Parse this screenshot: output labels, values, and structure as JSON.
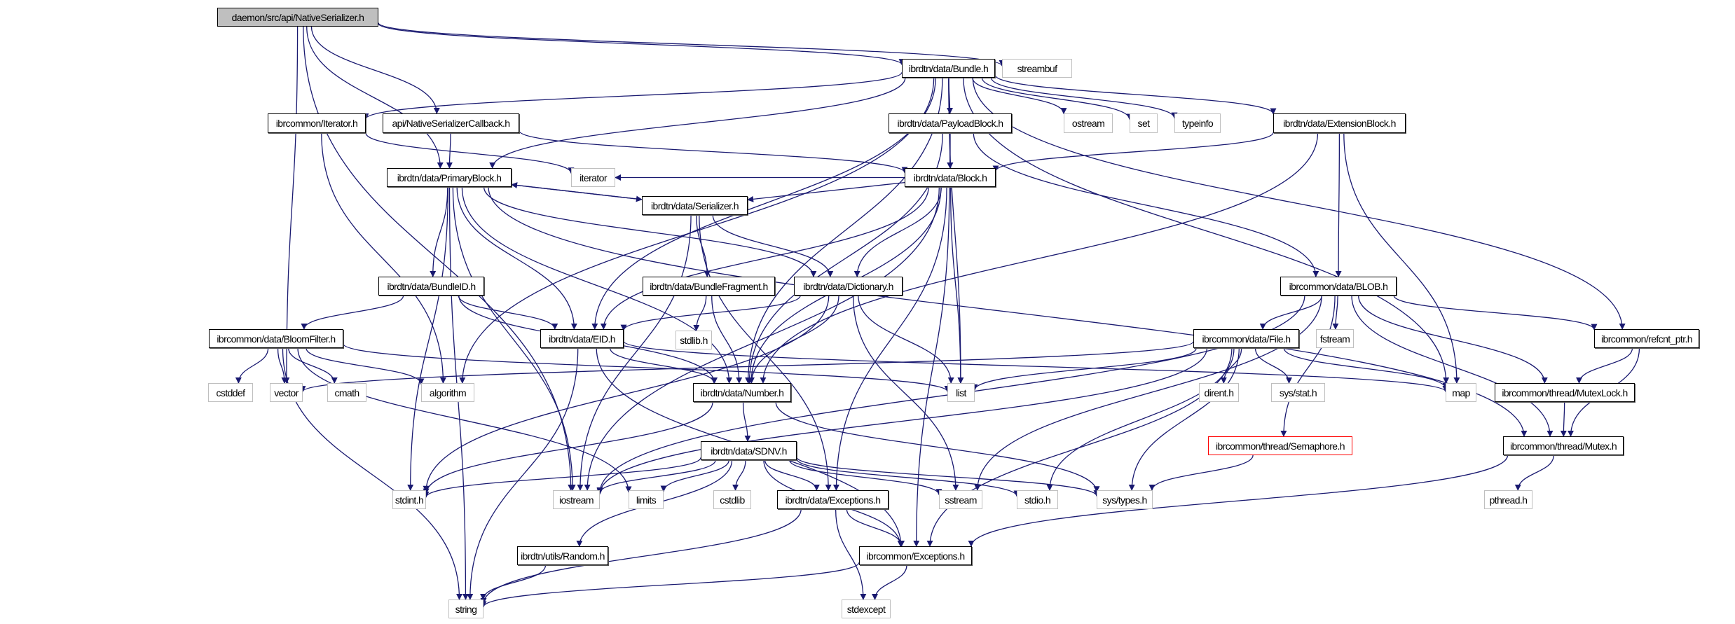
{
  "title": "Include dependency graph for daemon/src/api/NativeSerializer.h",
  "colors": {
    "edge": "#191970",
    "root_fill": "#bfbfbf",
    "internal_border": "#000000",
    "external_border": "#bfbfbf",
    "missing_border": "#ff0000"
  },
  "nodes": [
    {
      "id": "NativeSerializer",
      "label": "daemon/src/api/NativeSerializer.h",
      "kind": "root"
    },
    {
      "id": "Bundle",
      "label": "ibrdtn/data/Bundle.h",
      "kind": "internal"
    },
    {
      "id": "streambuf",
      "label": "streambuf",
      "kind": "external"
    },
    {
      "id": "Iterator",
      "label": "ibrcommon/Iterator.h",
      "kind": "internal"
    },
    {
      "id": "NativeSerializerCallback",
      "label": "api/NativeSerializerCallback.h",
      "kind": "internal"
    },
    {
      "id": "PayloadBlock",
      "label": "ibrdtn/data/PayloadBlock.h",
      "kind": "internal"
    },
    {
      "id": "ostream",
      "label": "ostream",
      "kind": "external"
    },
    {
      "id": "set",
      "label": "set",
      "kind": "external"
    },
    {
      "id": "typeinfo",
      "label": "typeinfo",
      "kind": "external"
    },
    {
      "id": "ExtensionBlock",
      "label": "ibrdtn/data/ExtensionBlock.h",
      "kind": "internal"
    },
    {
      "id": "PrimaryBlock",
      "label": "ibrdtn/data/PrimaryBlock.h",
      "kind": "internal"
    },
    {
      "id": "iterator",
      "label": "iterator",
      "kind": "external"
    },
    {
      "id": "Block",
      "label": "ibrdtn/data/Block.h",
      "kind": "internal"
    },
    {
      "id": "Serializer",
      "label": "ibrdtn/data/Serializer.h",
      "kind": "internal"
    },
    {
      "id": "BundleID",
      "label": "ibrdtn/data/BundleID.h",
      "kind": "internal"
    },
    {
      "id": "BundleFragment",
      "label": "ibrdtn/data/BundleFragment.h",
      "kind": "internal"
    },
    {
      "id": "Dictionary",
      "label": "ibrdtn/data/Dictionary.h",
      "kind": "internal"
    },
    {
      "id": "BLOB",
      "label": "ibrcommon/data/BLOB.h",
      "kind": "internal"
    },
    {
      "id": "BloomFilter",
      "label": "ibrcommon/data/BloomFilter.h",
      "kind": "internal"
    },
    {
      "id": "EID",
      "label": "ibrdtn/data/EID.h",
      "kind": "internal"
    },
    {
      "id": "stdlib",
      "label": "stdlib.h",
      "kind": "external"
    },
    {
      "id": "File",
      "label": "ibrcommon/data/File.h",
      "kind": "internal"
    },
    {
      "id": "fstream",
      "label": "fstream",
      "kind": "external"
    },
    {
      "id": "refcnt_ptr",
      "label": "ibrcommon/refcnt_ptr.h",
      "kind": "internal"
    },
    {
      "id": "cstddef",
      "label": "cstddef",
      "kind": "external"
    },
    {
      "id": "vector",
      "label": "vector",
      "kind": "external"
    },
    {
      "id": "cmath",
      "label": "cmath",
      "kind": "external"
    },
    {
      "id": "algorithm",
      "label": "algorithm",
      "kind": "external"
    },
    {
      "id": "Number",
      "label": "ibrdtn/data/Number.h",
      "kind": "internal"
    },
    {
      "id": "list",
      "label": "list",
      "kind": "external"
    },
    {
      "id": "dirent",
      "label": "dirent.h",
      "kind": "external"
    },
    {
      "id": "sysstat",
      "label": "sys/stat.h",
      "kind": "external"
    },
    {
      "id": "map",
      "label": "map",
      "kind": "external"
    },
    {
      "id": "MutexLock",
      "label": "ibrcommon/thread/MutexLock.h",
      "kind": "internal"
    },
    {
      "id": "SDNV",
      "label": "ibrdtn/data/SDNV.h",
      "kind": "internal"
    },
    {
      "id": "Semaphore",
      "label": "ibrcommon/thread/Semaphore.h",
      "kind": "missing"
    },
    {
      "id": "Mutex",
      "label": "ibrcommon/thread/Mutex.h",
      "kind": "internal"
    },
    {
      "id": "stdint",
      "label": "stdint.h",
      "kind": "external"
    },
    {
      "id": "iostream",
      "label": "iostream",
      "kind": "external"
    },
    {
      "id": "limits",
      "label": "limits",
      "kind": "external"
    },
    {
      "id": "cstdlib",
      "label": "cstdlib",
      "kind": "external"
    },
    {
      "id": "DataExceptions",
      "label": "ibrdtn/data/Exceptions.h",
      "kind": "internal"
    },
    {
      "id": "sstream",
      "label": "sstream",
      "kind": "external"
    },
    {
      "id": "stdio",
      "label": "stdio.h",
      "kind": "external"
    },
    {
      "id": "systypes",
      "label": "sys/types.h",
      "kind": "external"
    },
    {
      "id": "pthread",
      "label": "pthread.h",
      "kind": "external"
    },
    {
      "id": "Random",
      "label": "ibrdtn/utils/Random.h",
      "kind": "internal"
    },
    {
      "id": "CommonExceptions",
      "label": "ibrcommon/Exceptions.h",
      "kind": "internal"
    },
    {
      "id": "string",
      "label": "string",
      "kind": "external"
    },
    {
      "id": "stdexcept",
      "label": "stdexcept",
      "kind": "external"
    }
  ],
  "edges": [
    [
      "NativeSerializer",
      "Bundle"
    ],
    [
      "NativeSerializer",
      "streambuf"
    ],
    [
      "NativeSerializer",
      "NativeSerializerCallback"
    ],
    [
      "NativeSerializer",
      "PrimaryBlock"
    ],
    [
      "NativeSerializer",
      "vector"
    ],
    [
      "NativeSerializer",
      "iostream"
    ],
    [
      "Bundle",
      "Iterator"
    ],
    [
      "Bundle",
      "PayloadBlock"
    ],
    [
      "Bundle",
      "ostream"
    ],
    [
      "Bundle",
      "set"
    ],
    [
      "Bundle",
      "typeinfo"
    ],
    [
      "Bundle",
      "ExtensionBlock"
    ],
    [
      "Bundle",
      "PrimaryBlock"
    ],
    [
      "Bundle",
      "Block"
    ],
    [
      "Bundle",
      "EID"
    ],
    [
      "Bundle",
      "Number"
    ],
    [
      "Bundle",
      "list"
    ],
    [
      "Bundle",
      "map"
    ],
    [
      "Bundle",
      "algorithm"
    ],
    [
      "Bundle",
      "refcnt_ptr"
    ],
    [
      "Iterator",
      "iterator"
    ],
    [
      "Iterator",
      "algorithm"
    ],
    [
      "NativeSerializerCallback",
      "PrimaryBlock"
    ],
    [
      "NativeSerializerCallback",
      "Block"
    ],
    [
      "PayloadBlock",
      "Block"
    ],
    [
      "PayloadBlock",
      "BLOB"
    ],
    [
      "PayloadBlock",
      "Number"
    ],
    [
      "ExtensionBlock",
      "Block"
    ],
    [
      "ExtensionBlock",
      "BLOB"
    ],
    [
      "ExtensionBlock",
      "Number"
    ],
    [
      "ExtensionBlock",
      "map"
    ],
    [
      "PrimaryBlock",
      "Serializer"
    ],
    [
      "PrimaryBlock",
      "BundleID"
    ],
    [
      "PrimaryBlock",
      "EID"
    ],
    [
      "PrimaryBlock",
      "Dictionary"
    ],
    [
      "PrimaryBlock",
      "Number"
    ],
    [
      "PrimaryBlock",
      "string"
    ],
    [
      "PrimaryBlock",
      "stdint"
    ],
    [
      "PrimaryBlock",
      "iostream"
    ],
    [
      "PrimaryBlock",
      "Mutex"
    ],
    [
      "Block",
      "iterator"
    ],
    [
      "Block",
      "Serializer"
    ],
    [
      "Block",
      "EID"
    ],
    [
      "Block",
      "Dictionary"
    ],
    [
      "Block",
      "Number"
    ],
    [
      "Block",
      "list"
    ],
    [
      "Block",
      "DataExceptions"
    ],
    [
      "Block",
      "CommonExceptions"
    ],
    [
      "Block",
      "iostream"
    ],
    [
      "Serializer",
      "PrimaryBlock"
    ],
    [
      "Serializer",
      "BundleFragment"
    ],
    [
      "Serializer",
      "Dictionary"
    ],
    [
      "Serializer",
      "DataExceptions"
    ],
    [
      "Serializer",
      "iostream"
    ],
    [
      "BundleID",
      "BloomFilter"
    ],
    [
      "BundleID",
      "EID"
    ],
    [
      "BundleID",
      "Number"
    ],
    [
      "BundleFragment",
      "stdlib"
    ],
    [
      "BundleFragment",
      "Number"
    ],
    [
      "Dictionary",
      "EID"
    ],
    [
      "Dictionary",
      "Number"
    ],
    [
      "Dictionary",
      "list"
    ],
    [
      "Dictionary",
      "sstream"
    ],
    [
      "Dictionary",
      "stdint"
    ],
    [
      "BLOB",
      "File"
    ],
    [
      "BLOB",
      "fstream"
    ],
    [
      "BLOB",
      "refcnt_ptr"
    ],
    [
      "BLOB",
      "MutexLock"
    ],
    [
      "BLOB",
      "Mutex"
    ],
    [
      "BLOB",
      "Semaphore"
    ],
    [
      "BLOB",
      "iostream"
    ],
    [
      "BLOB",
      "sstream"
    ],
    [
      "BloomFilter",
      "cstddef"
    ],
    [
      "BloomFilter",
      "vector"
    ],
    [
      "BloomFilter",
      "cmath"
    ],
    [
      "BloomFilter",
      "algorithm"
    ],
    [
      "BloomFilter",
      "list"
    ],
    [
      "BloomFilter",
      "string"
    ],
    [
      "BloomFilter",
      "limits"
    ],
    [
      "EID",
      "Number"
    ],
    [
      "EID",
      "map"
    ],
    [
      "EID",
      "string"
    ],
    [
      "EID",
      "CommonExceptions"
    ],
    [
      "File",
      "list"
    ],
    [
      "File",
      "dirent"
    ],
    [
      "File",
      "sysstat"
    ],
    [
      "File",
      "map"
    ],
    [
      "File",
      "vector"
    ],
    [
      "File",
      "systypes"
    ],
    [
      "File",
      "stdio"
    ],
    [
      "File",
      "iostream"
    ],
    [
      "File",
      "CommonExceptions"
    ],
    [
      "refcnt_ptr",
      "MutexLock"
    ],
    [
      "refcnt_ptr",
      "Mutex"
    ],
    [
      "Number",
      "SDNV"
    ],
    [
      "Number",
      "stdint"
    ],
    [
      "Number",
      "systypes"
    ],
    [
      "MutexLock",
      "Mutex"
    ],
    [
      "SDNV",
      "stdint"
    ],
    [
      "SDNV",
      "iostream"
    ],
    [
      "SDNV",
      "limits"
    ],
    [
      "SDNV",
      "cstdlib"
    ],
    [
      "SDNV",
      "DataExceptions"
    ],
    [
      "SDNV",
      "sstream"
    ],
    [
      "SDNV",
      "stdio"
    ],
    [
      "SDNV",
      "systypes"
    ],
    [
      "SDNV",
      "Random"
    ],
    [
      "SDNV",
      "CommonExceptions"
    ],
    [
      "Semaphore",
      "systypes"
    ],
    [
      "Mutex",
      "pthread"
    ],
    [
      "Mutex",
      "CommonExceptions"
    ],
    [
      "DataExceptions",
      "CommonExceptions"
    ],
    [
      "DataExceptions",
      "string"
    ],
    [
      "DataExceptions",
      "stdexcept"
    ],
    [
      "Random",
      "string"
    ],
    [
      "CommonExceptions",
      "string"
    ],
    [
      "CommonExceptions",
      "stdexcept"
    ]
  ]
}
